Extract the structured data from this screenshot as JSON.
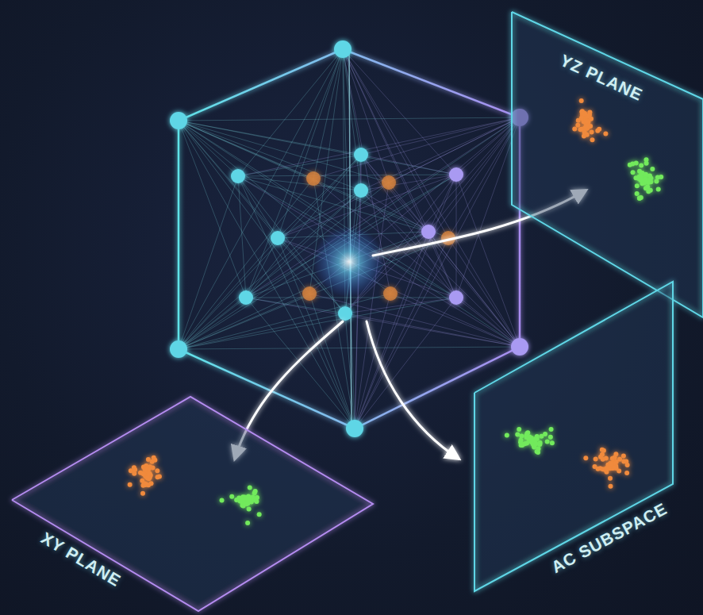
{
  "diagram": {
    "nodes": [
      {
        "text": [
          "YZ PLANE"
        ]
      },
      {
        "text": [
          "XY PLANE"
        ]
      },
      {
        "text": [
          "AC SUBSPACE"
        ]
      }
    ]
  }
}
